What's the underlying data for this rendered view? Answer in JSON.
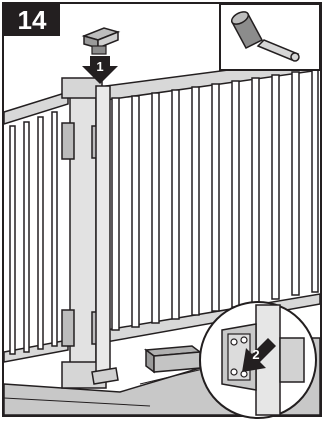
{
  "step": {
    "number": "14"
  },
  "callouts": [
    {
      "label": "1"
    },
    {
      "label": "2"
    }
  ],
  "tool_inset": {
    "icon": "rubber-mallet-icon"
  },
  "detail_inset": {
    "icon": "bracket-detail-icon"
  },
  "colors": {
    "ink": "#231f20",
    "gray_light": "#d4d4d4",
    "gray_mid": "#b8b8b8",
    "gray_dark": "#8c8c8c",
    "paper": "#ffffff"
  }
}
